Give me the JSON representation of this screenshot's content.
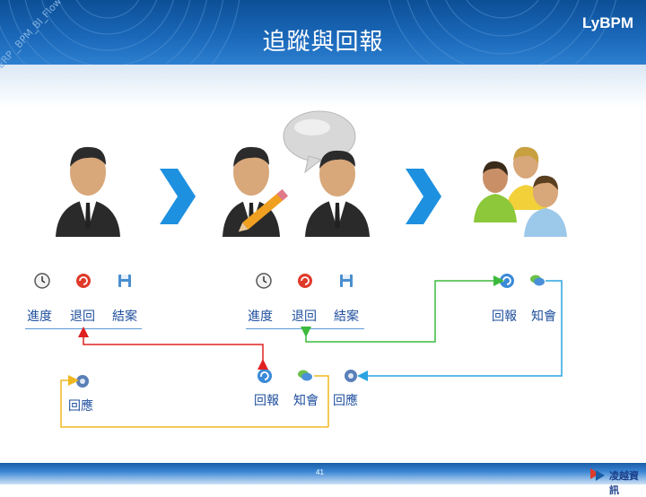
{
  "slide": {
    "title": "追蹤與回報",
    "brand": "LyBPM",
    "watermark": "ERP _BPM_BI_Flow",
    "page_number": "41",
    "company": "凌越資訊"
  },
  "group1": {
    "progress": "進度",
    "return": "退回",
    "close": "結案"
  },
  "group2": {
    "progress": "進度",
    "return": "退回",
    "close": "結案"
  },
  "group3": {
    "report": "回報",
    "notify": "知會"
  },
  "bottom_left": {
    "respond": "回應"
  },
  "bottom_mid": {
    "report": "回報",
    "notify": "知會",
    "respond": "回應"
  },
  "colors": {
    "label": "#1f4f9e",
    "arrow": "#1e90e0",
    "red_line": "#e02020",
    "green_line": "#3cba3c",
    "blue_line": "#2aa4e0",
    "yellow_line": "#f0b820"
  },
  "icons": [
    "clock-icon",
    "refresh-icon",
    "save-icon",
    "reply-icon",
    "chat-icon",
    "gear-icon",
    "single-manager-icon",
    "editor-manager-icon",
    "speaking-manager-icon",
    "speech-bubble-icon",
    "team-icon",
    "chevron-right-icon"
  ]
}
